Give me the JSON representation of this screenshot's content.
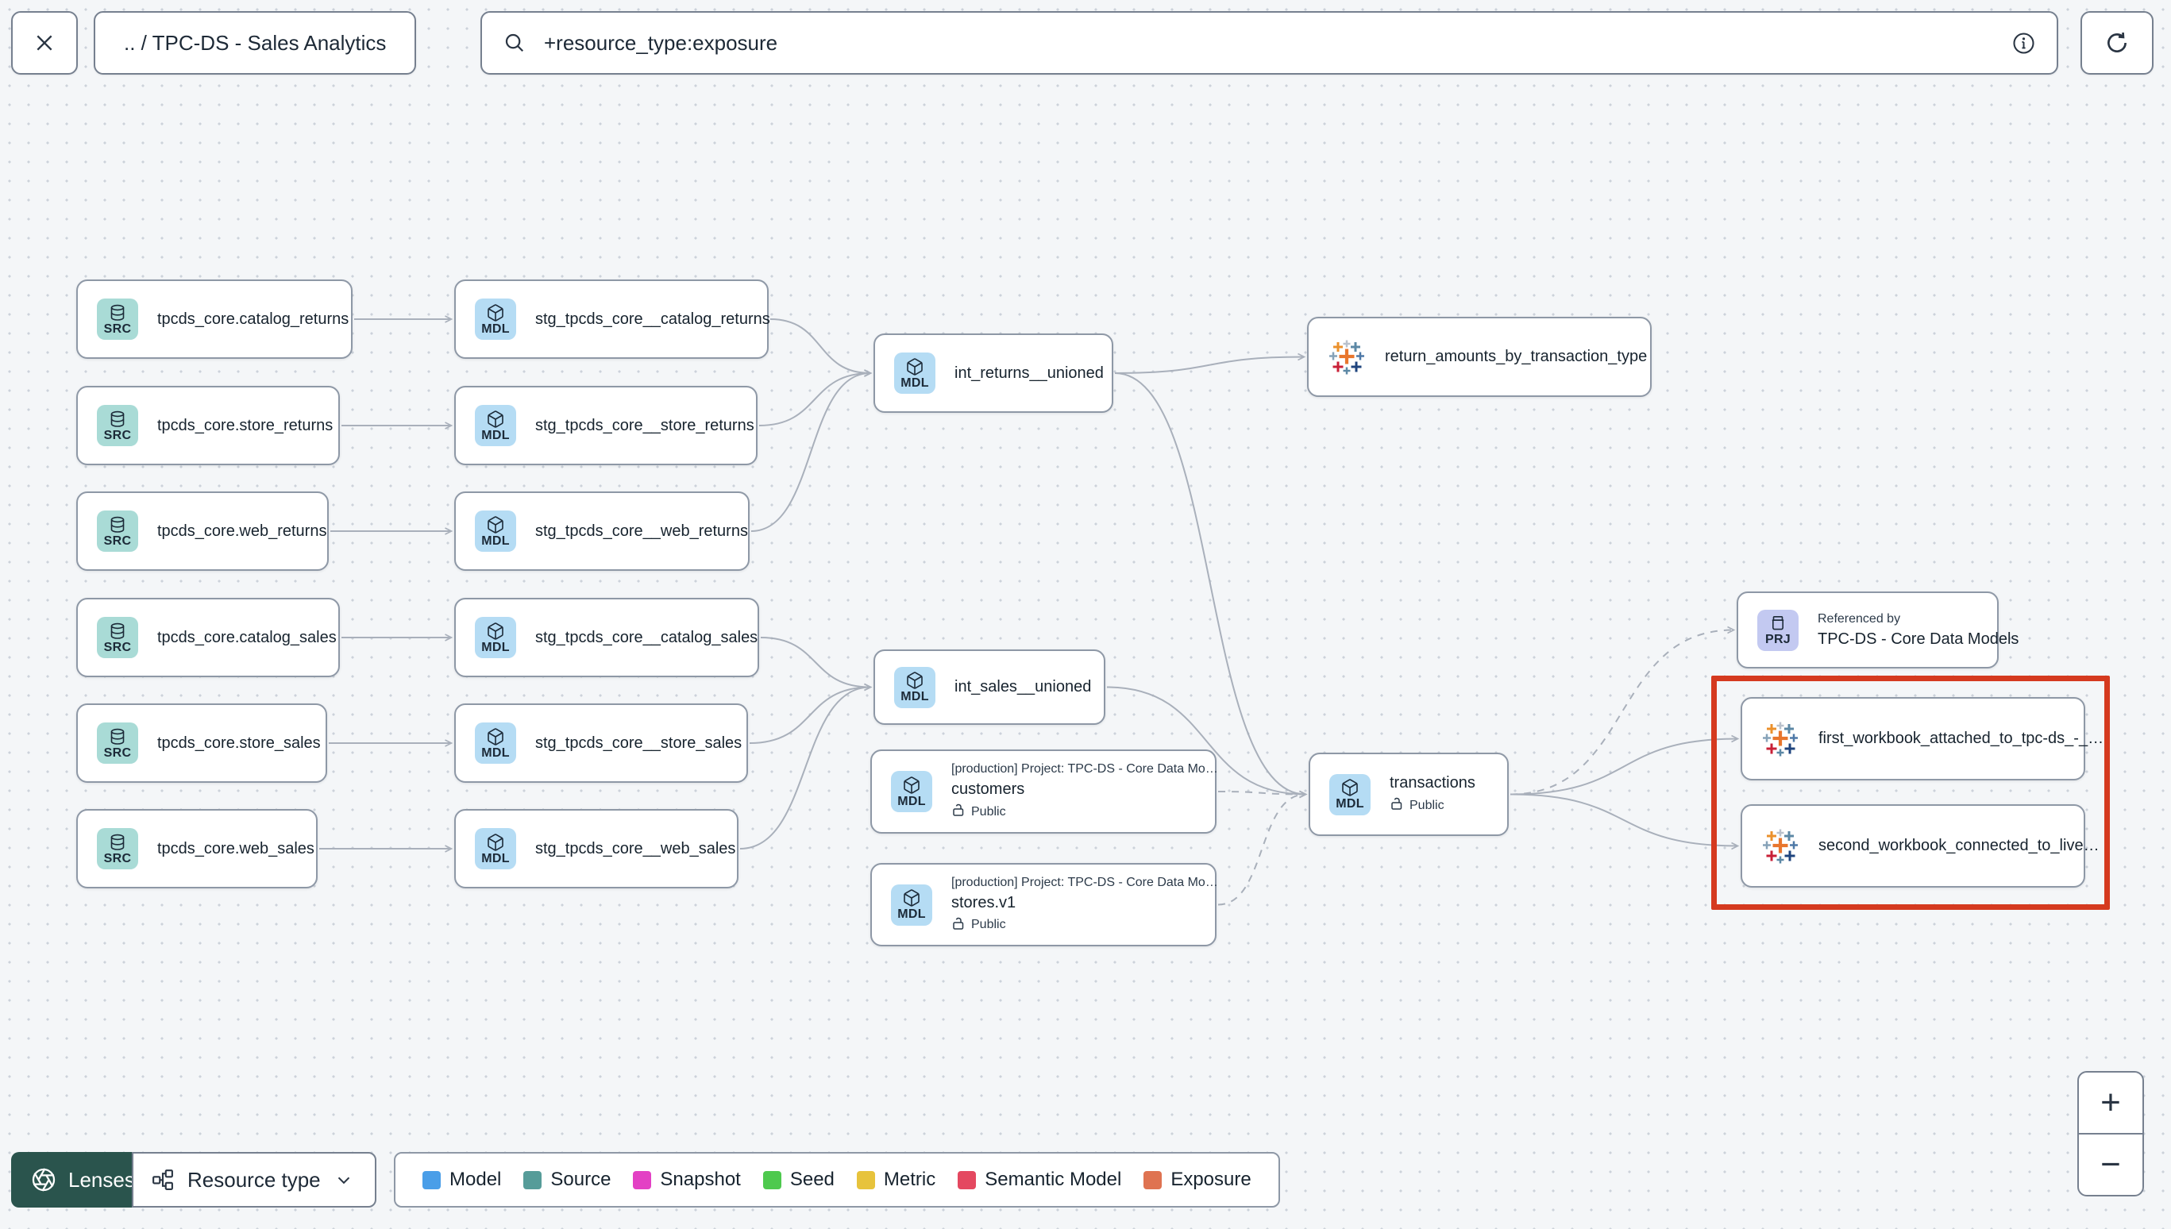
{
  "header": {
    "breadcrumb": ".. / TPC-DS - Sales Analytics",
    "search_value": "+resource_type:exposure"
  },
  "graph": {
    "nodes": [
      {
        "id": "src_catalog_returns",
        "kind": "source",
        "badge": "SRC",
        "title": "tpcds_core.catalog_returns"
      },
      {
        "id": "src_store_returns",
        "kind": "source",
        "badge": "SRC",
        "title": "tpcds_core.store_returns"
      },
      {
        "id": "src_web_returns",
        "kind": "source",
        "badge": "SRC",
        "title": "tpcds_core.web_returns"
      },
      {
        "id": "src_catalog_sales",
        "kind": "source",
        "badge": "SRC",
        "title": "tpcds_core.catalog_sales"
      },
      {
        "id": "src_store_sales",
        "kind": "source",
        "badge": "SRC",
        "title": "tpcds_core.store_sales"
      },
      {
        "id": "src_web_sales",
        "kind": "source",
        "badge": "SRC",
        "title": "tpcds_core.web_sales"
      },
      {
        "id": "stg_catalog_returns",
        "kind": "model",
        "badge": "MDL",
        "title": "stg_tpcds_core__catalog_returns"
      },
      {
        "id": "stg_store_returns",
        "kind": "model",
        "badge": "MDL",
        "title": "stg_tpcds_core__store_returns"
      },
      {
        "id": "stg_web_returns",
        "kind": "model",
        "badge": "MDL",
        "title": "stg_tpcds_core__web_returns"
      },
      {
        "id": "stg_catalog_sales",
        "kind": "model",
        "badge": "MDL",
        "title": "stg_tpcds_core__catalog_sales"
      },
      {
        "id": "stg_store_sales",
        "kind": "model",
        "badge": "MDL",
        "title": "stg_tpcds_core__store_sales"
      },
      {
        "id": "stg_web_sales",
        "kind": "model",
        "badge": "MDL",
        "title": "stg_tpcds_core__web_sales"
      },
      {
        "id": "int_returns",
        "kind": "model",
        "badge": "MDL",
        "title": "int_returns__unioned"
      },
      {
        "id": "int_sales",
        "kind": "model",
        "badge": "MDL",
        "title": "int_sales__unioned"
      },
      {
        "id": "return_amounts",
        "kind": "exposure",
        "title": "return_amounts_by_transaction_type"
      },
      {
        "id": "customers",
        "kind": "model",
        "badge": "MDL",
        "project": "[production] Project: TPC-DS - Core Data Mo…",
        "title": "customers",
        "access": "Public"
      },
      {
        "id": "stores",
        "kind": "model",
        "badge": "MDL",
        "project": "[production] Project: TPC-DS - Core Data Mo…",
        "title": "stores.v1",
        "access": "Public"
      },
      {
        "id": "transactions",
        "kind": "model",
        "badge": "MDL",
        "title": "transactions",
        "access": "Public"
      },
      {
        "id": "prj",
        "kind": "project",
        "badge": "PRJ",
        "subtitle": "Referenced by",
        "title": "TPC-DS - Core Data Models"
      },
      {
        "id": "wb1",
        "kind": "exposure",
        "title": "first_workbook_attached_to_tpc-ds_-_…"
      },
      {
        "id": "wb2",
        "kind": "exposure",
        "title": "second_workbook_connected_to_live…"
      }
    ],
    "edges": [
      {
        "from": "src_catalog_returns",
        "to": "stg_catalog_returns",
        "style": "solid"
      },
      {
        "from": "src_store_returns",
        "to": "stg_store_returns",
        "style": "solid"
      },
      {
        "from": "src_web_returns",
        "to": "stg_web_returns",
        "style": "solid"
      },
      {
        "from": "src_catalog_sales",
        "to": "stg_catalog_sales",
        "style": "solid"
      },
      {
        "from": "src_store_sales",
        "to": "stg_store_sales",
        "style": "solid"
      },
      {
        "from": "src_web_sales",
        "to": "stg_web_sales",
        "style": "solid"
      },
      {
        "from": "stg_catalog_returns",
        "to": "int_returns",
        "style": "solid"
      },
      {
        "from": "stg_store_returns",
        "to": "int_returns",
        "style": "solid"
      },
      {
        "from": "stg_web_returns",
        "to": "int_returns",
        "style": "solid"
      },
      {
        "from": "stg_catalog_sales",
        "to": "int_sales",
        "style": "solid"
      },
      {
        "from": "stg_store_sales",
        "to": "int_sales",
        "style": "solid"
      },
      {
        "from": "stg_web_sales",
        "to": "int_sales",
        "style": "solid"
      },
      {
        "from": "int_returns",
        "to": "return_amounts",
        "style": "solid"
      },
      {
        "from": "int_returns",
        "to": "transactions",
        "style": "solid"
      },
      {
        "from": "int_sales",
        "to": "transactions",
        "style": "solid"
      },
      {
        "from": "customers",
        "to": "transactions",
        "style": "dashed"
      },
      {
        "from": "stores",
        "to": "transactions",
        "style": "dashed"
      },
      {
        "from": "transactions",
        "to": "prj",
        "style": "dashed"
      },
      {
        "from": "transactions",
        "to": "wb1",
        "style": "solid"
      },
      {
        "from": "transactions",
        "to": "wb2",
        "style": "solid"
      }
    ],
    "highlight_color": "#d53a1f"
  },
  "footer": {
    "lenses_label": "Lenses",
    "resource_type_label": "Resource type",
    "legend": [
      {
        "label": "Model",
        "color": "#4a9ee8"
      },
      {
        "label": "Source",
        "color": "#569c99"
      },
      {
        "label": "Snapshot",
        "color": "#e340c4"
      },
      {
        "label": "Seed",
        "color": "#4ec94e"
      },
      {
        "label": "Metric",
        "color": "#e7c33c"
      },
      {
        "label": "Semantic Model",
        "color": "#e44860"
      },
      {
        "label": "Exposure",
        "color": "#df7351"
      }
    ]
  },
  "zoom_controls": {
    "zoom_in": "+",
    "zoom_out": "−"
  },
  "icons": {
    "close": "x-cross",
    "search": "magnifier",
    "info": "circled-i",
    "refresh": "circular-arrow",
    "source": "database-cylinder",
    "model": "cube",
    "project": "stacked-trays",
    "exposure": "tableau-mark",
    "access": "open-padlock",
    "lenses": "aperture",
    "resource_type": "branch-squares",
    "dropdown": "chevron-down"
  }
}
